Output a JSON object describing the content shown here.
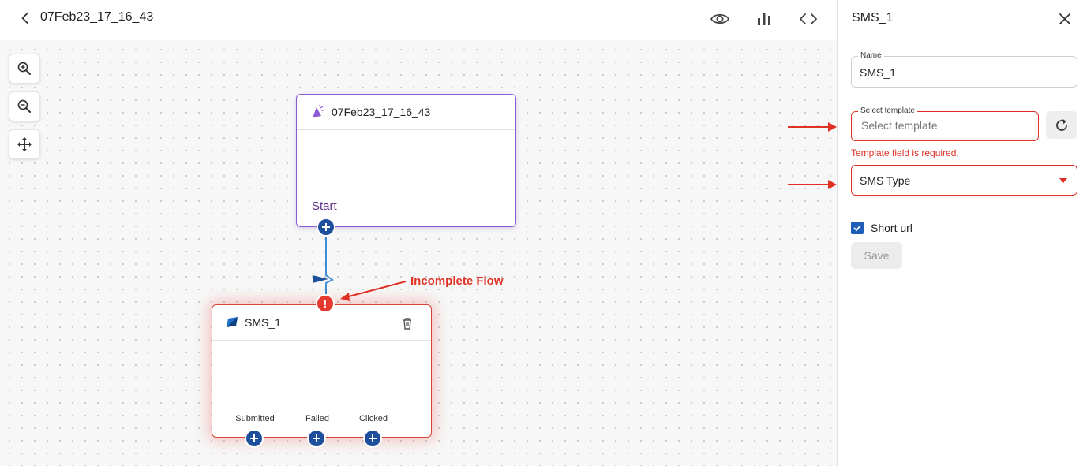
{
  "header": {
    "title": "07Feb23_17_16_43",
    "icons": [
      "back-icon",
      "eye-icon",
      "bar-chart-icon",
      "code-icon"
    ]
  },
  "canvas": {
    "zoom_controls": [
      "zoom-in-icon",
      "zoom-out-icon",
      "fit-view-icon"
    ],
    "start_node": {
      "title": "07Feb23_17_16_43",
      "label": "Start",
      "border_color": "#8e5bd6"
    },
    "sms_node": {
      "title": "SMS_1",
      "outputs": [
        "Submitted",
        "Failed",
        "Clicked"
      ],
      "border_color": "#d9443a"
    },
    "warning": {
      "symbol": "!",
      "annotation": "Incomplete Flow",
      "color": "#e03124"
    }
  },
  "panel": {
    "title": "SMS_1",
    "name_field": {
      "label": "Name",
      "value": "SMS_1"
    },
    "template_field": {
      "label": "Select template",
      "placeholder": "Select template",
      "error": "Template field is required."
    },
    "sms_type": {
      "value": "SMS Type"
    },
    "short_url": {
      "label": "Short url",
      "checked": true
    },
    "save_label": "Save"
  },
  "colors": {
    "accent_blue": "#1e4f9c",
    "error_red": "#e03124",
    "start_purple": "#8e5bd6"
  }
}
